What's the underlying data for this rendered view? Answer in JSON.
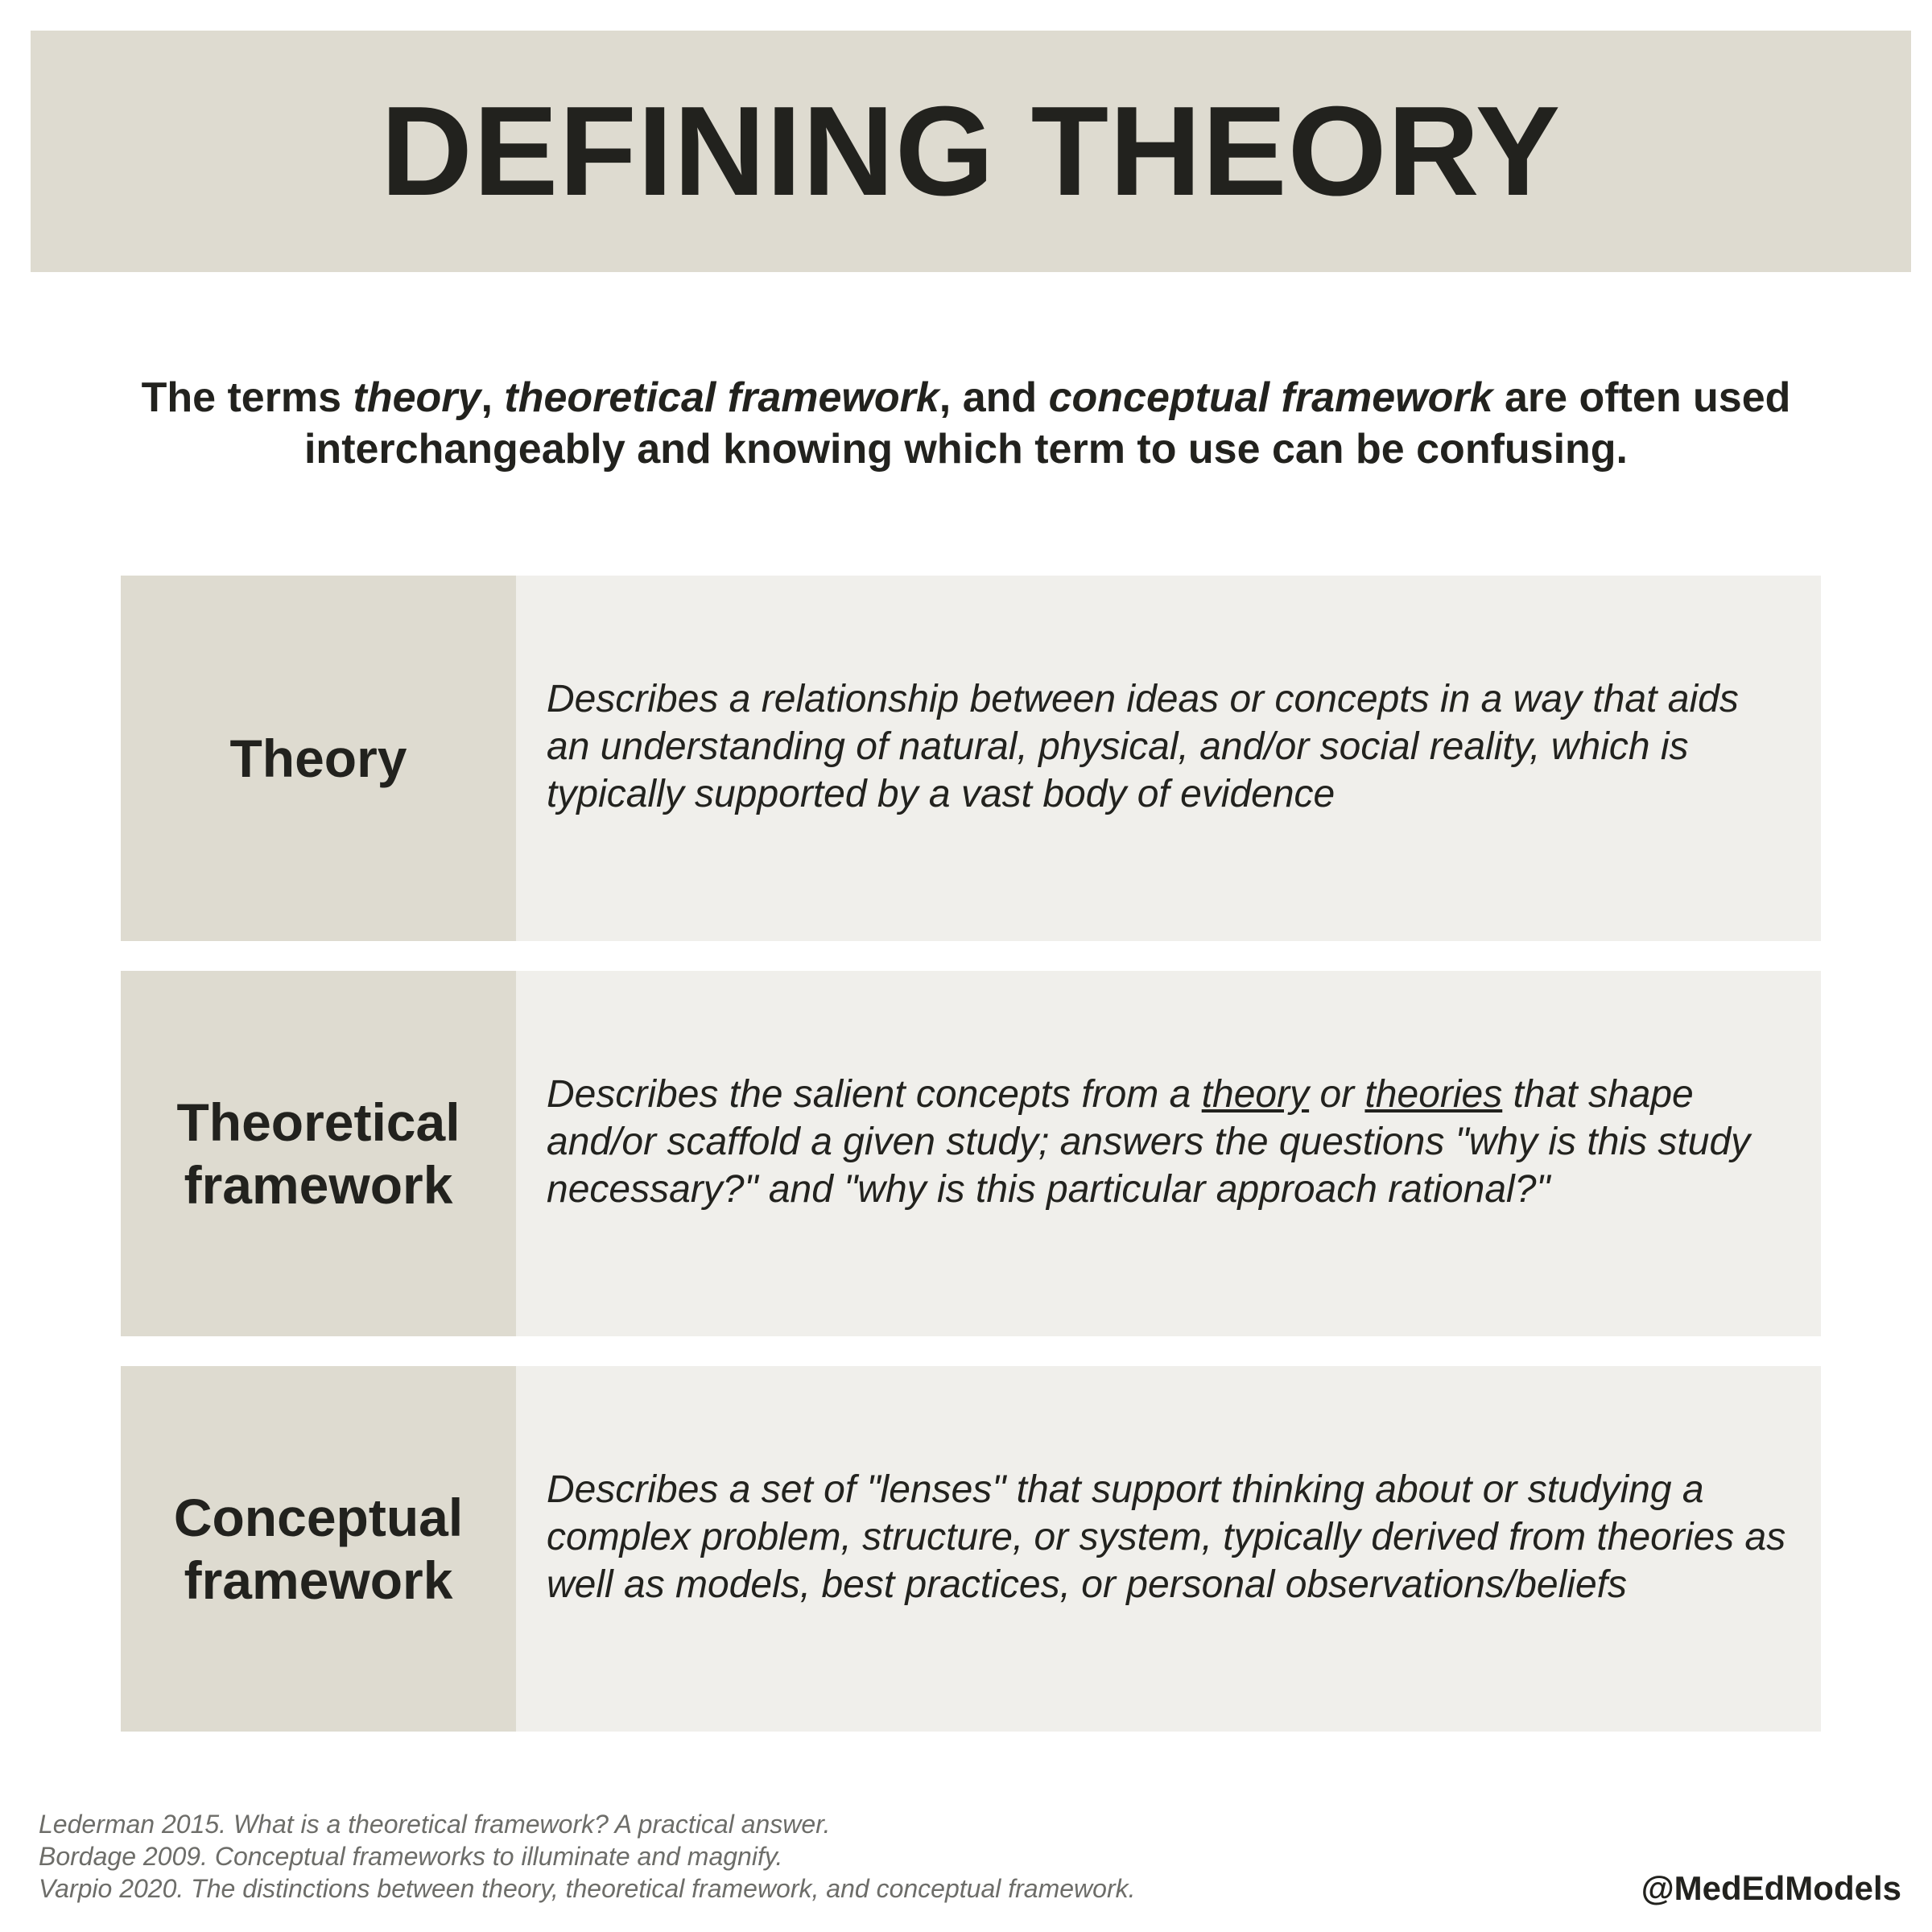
{
  "title": "DEFINING THEORY",
  "intro": {
    "part1": "The terms ",
    "term1": "theory",
    "part2": ", ",
    "term2": "theoretical framework",
    "part3": ", and ",
    "term3": "conceptual framework",
    "part4": " are often used interchangeably and knowing which term to use can be confusing."
  },
  "rows": [
    {
      "term": "Theory",
      "definition": "Describes a relationship between ideas or concepts in a way that aids an understanding of natural, physical, and/or social reality, which is typically supported by a vast body of evidence"
    },
    {
      "term": "Theoretical framework",
      "definition_before": "Describes the salient concepts from a ",
      "link1": "theory",
      "definition_mid": " or ",
      "link2": "theories",
      "definition_after": " that shape and/or scaffold a given study; answers the questions \"why is this study necessary?\" and \"why is this particular approach rational?\""
    },
    {
      "term": "Conceptual framework",
      "definition": "Describes a set of \"lenses\" that support thinking about or studying a complex problem, structure, or system, typically derived from theories as well as models, best practices, or personal observations/beliefs"
    }
  ],
  "references": [
    "Lederman 2015. What is a theoretical framework? A practical answer.",
    "Bordage 2009. Conceptual frameworks to illuminate and magnify.",
    "Varpio 2020. The distinctions between theory, theoretical framework, and conceptual framework."
  ],
  "handle": "@MedEdModels"
}
